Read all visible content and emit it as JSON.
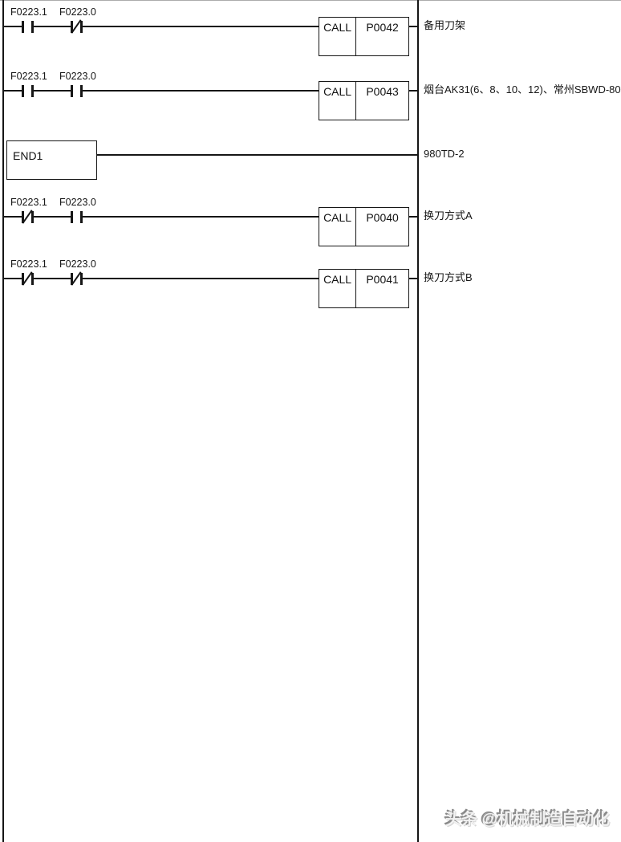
{
  "diagram": {
    "type": "plc-ladder",
    "rungs": [
      {
        "type": "logic",
        "contacts": [
          {
            "address": "F0223.1",
            "contact": "NO"
          },
          {
            "address": "F0223.0",
            "contact": "NC"
          }
        ],
        "instruction": {
          "op": "CALL",
          "operand": "P0042"
        },
        "comment": "备用刀架"
      },
      {
        "type": "logic",
        "contacts": [
          {
            "address": "F0223.1",
            "contact": "NO"
          },
          {
            "address": "F0223.0",
            "contact": "NO"
          }
        ],
        "instruction": {
          "op": "CALL",
          "operand": "P0043"
        },
        "comment": "烟台AK31(6、8、10、12)、常州SBWD-80"
      },
      {
        "type": "function_block",
        "block": "END1",
        "comment": "980TD-2"
      },
      {
        "type": "logic",
        "contacts": [
          {
            "address": "F0223.1",
            "contact": "NC"
          },
          {
            "address": "F0223.0",
            "contact": "NO"
          }
        ],
        "instruction": {
          "op": "CALL",
          "operand": "P0040"
        },
        "comment": "换刀方式A"
      },
      {
        "type": "logic",
        "contacts": [
          {
            "address": "F0223.1",
            "contact": "NC"
          },
          {
            "address": "F0223.0",
            "contact": "NC"
          }
        ],
        "instruction": {
          "op": "CALL",
          "operand": "P0041"
        },
        "comment": "换刀方式B"
      }
    ]
  },
  "watermark": {
    "text": "头条 @机械制造自动化"
  },
  "colors": {
    "line": "#161616",
    "background": "#ffffff",
    "watermark_edge": "#8a8a8a"
  }
}
